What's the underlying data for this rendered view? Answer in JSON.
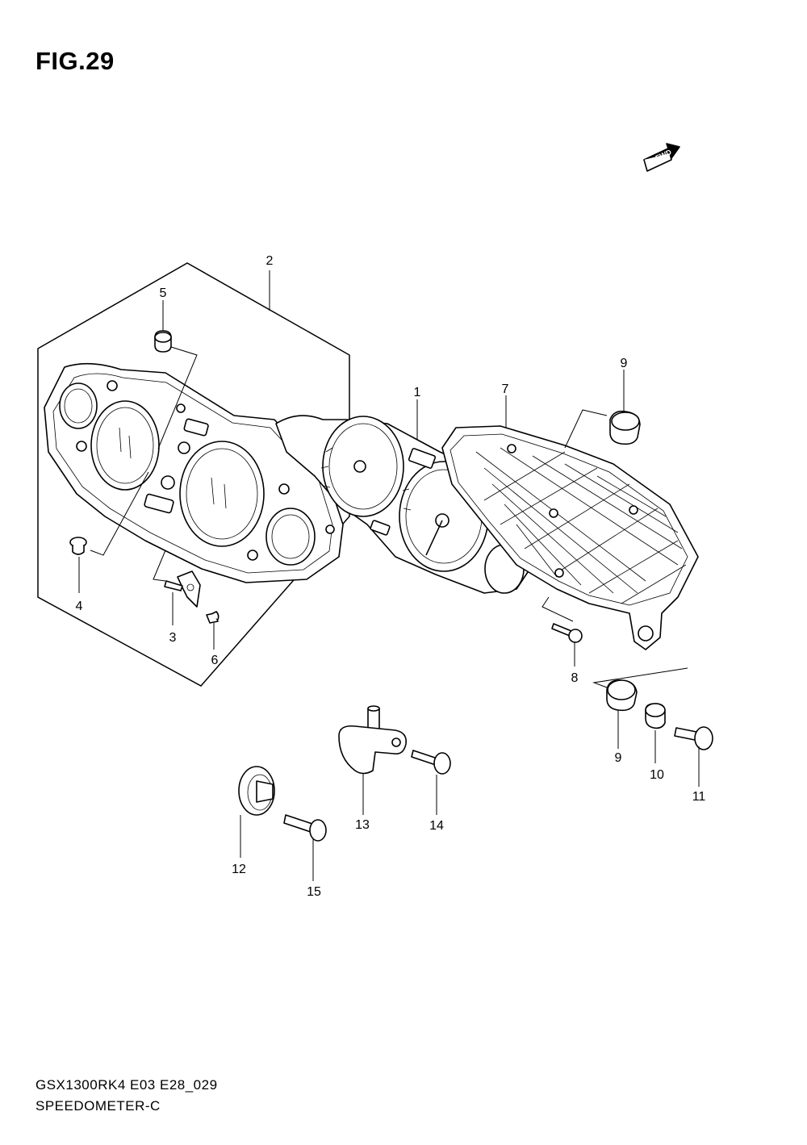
{
  "figure": {
    "title": "FIG.29"
  },
  "fwd_badge": {
    "text": "FWD"
  },
  "footer": {
    "model_code": "GSX1300RK4 E03 E28_029",
    "diagram_name": "SPEEDOMETER-C"
  },
  "callouts": [
    {
      "id": "c1",
      "text": "1"
    },
    {
      "id": "c2",
      "text": "2"
    },
    {
      "id": "c3",
      "text": "3"
    },
    {
      "id": "c4",
      "text": "4"
    },
    {
      "id": "c5",
      "text": "5"
    },
    {
      "id": "c6",
      "text": "6"
    },
    {
      "id": "c7",
      "text": "7"
    },
    {
      "id": "c8",
      "text": "8"
    },
    {
      "id": "c9a",
      "text": "9"
    },
    {
      "id": "c9b",
      "text": "9"
    },
    {
      "id": "c10",
      "text": "10"
    },
    {
      "id": "c11",
      "text": "11"
    },
    {
      "id": "c12",
      "text": "12"
    },
    {
      "id": "c13",
      "text": "13"
    },
    {
      "id": "c14",
      "text": "14"
    },
    {
      "id": "c15",
      "text": "15"
    }
  ]
}
